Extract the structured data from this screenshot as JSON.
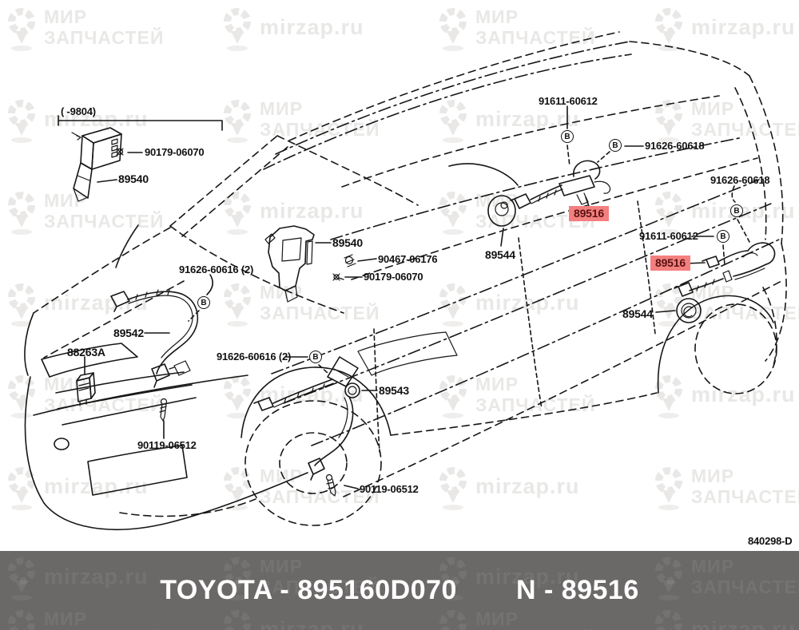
{
  "watermark": {
    "brand_line1": "МИР",
    "brand_line2": "ЗАПЧАСТЕЙ",
    "site": "mirzap.ru"
  },
  "diagram": {
    "ref_code": "840298-D",
    "range_note": "( -9804)",
    "fastener_letter": "B",
    "highlight_color": "#f3807f",
    "callouts": {
      "bolt_screw_a": "90179-06070",
      "ecu_early": "89540",
      "bracket": "89540",
      "screw_pan": "90467-06176",
      "bolt_screw_b": "90179-06070",
      "clamp_front_a": "91626-60616 (2)",
      "sensor_front_left": "89542",
      "relay": "88263A",
      "bolt_front_left": "90119-06512",
      "clamp_front_b": "91626-60616 (2)",
      "sensor_front_right": "89543",
      "bolt_front_right": "90119-06512",
      "clamp_rear_a": "91611-60612",
      "clamp_rear_b": "91626-60618",
      "clamp_rear_c": "91626-60618",
      "sensor_rear_left": "89516",
      "grommet_left": "89544",
      "clamp_rear_d": "91611-60612",
      "sensor_rear_right": "89516",
      "grommet_right": "89544"
    }
  },
  "footer": {
    "left": "TOYOTA - 895160D070",
    "right": "N - 89516"
  }
}
